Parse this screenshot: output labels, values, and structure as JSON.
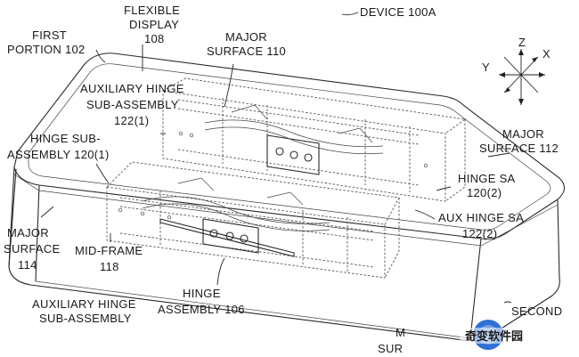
{
  "labels": {
    "device": "DEVICE 100A",
    "flexible_display_1": "FLEXIBLE",
    "flexible_display_2": "DISPLAY",
    "flexible_display_3": "108",
    "first_portion_1": "FIRST",
    "first_portion_2": "PORTION 102",
    "major_surface_110_1": "MAJOR",
    "major_surface_110_2": "SURFACE 110",
    "aux_hinge_1_1": "AUXILIARY HINGE",
    "aux_hinge_1_2": "SUB-ASSEMBLY",
    "aux_hinge_1_3": "122(1)",
    "hinge_sub_1": "HINGE SUB-",
    "hinge_sub_2": "ASSEMBLY 120(1)",
    "major_surface_112_1": "MAJOR",
    "major_surface_112_2": "SURFACE 112",
    "hinge_sa_1": "HINGE SA",
    "hinge_sa_2": "120(2)",
    "aux_hinge_sa_1": "AUX HINGE SA",
    "aux_hinge_sa_2": "122(2)",
    "major_surface_114_1": "MAJOR",
    "major_surface_114_2": "SURFACE",
    "major_surface_114_3": "114",
    "mid_frame_1": "MID-FRAME",
    "mid_frame_2": "118",
    "hinge_assembly_1": "HINGE",
    "hinge_assembly_2": "ASSEMBLY 106",
    "aux_hinge_2_1": "AUXILIARY HINGE",
    "aux_hinge_2_2": "SUB-ASSEMBLY",
    "second_partial": "SECOND",
    "bottom_partial_1": "M",
    "bottom_partial_2": "SUR"
  },
  "axes": {
    "z": "Z",
    "x": "X",
    "y": "Y"
  },
  "watermark": {
    "text": "奇变软件园",
    "color": "#2f6fd6"
  }
}
